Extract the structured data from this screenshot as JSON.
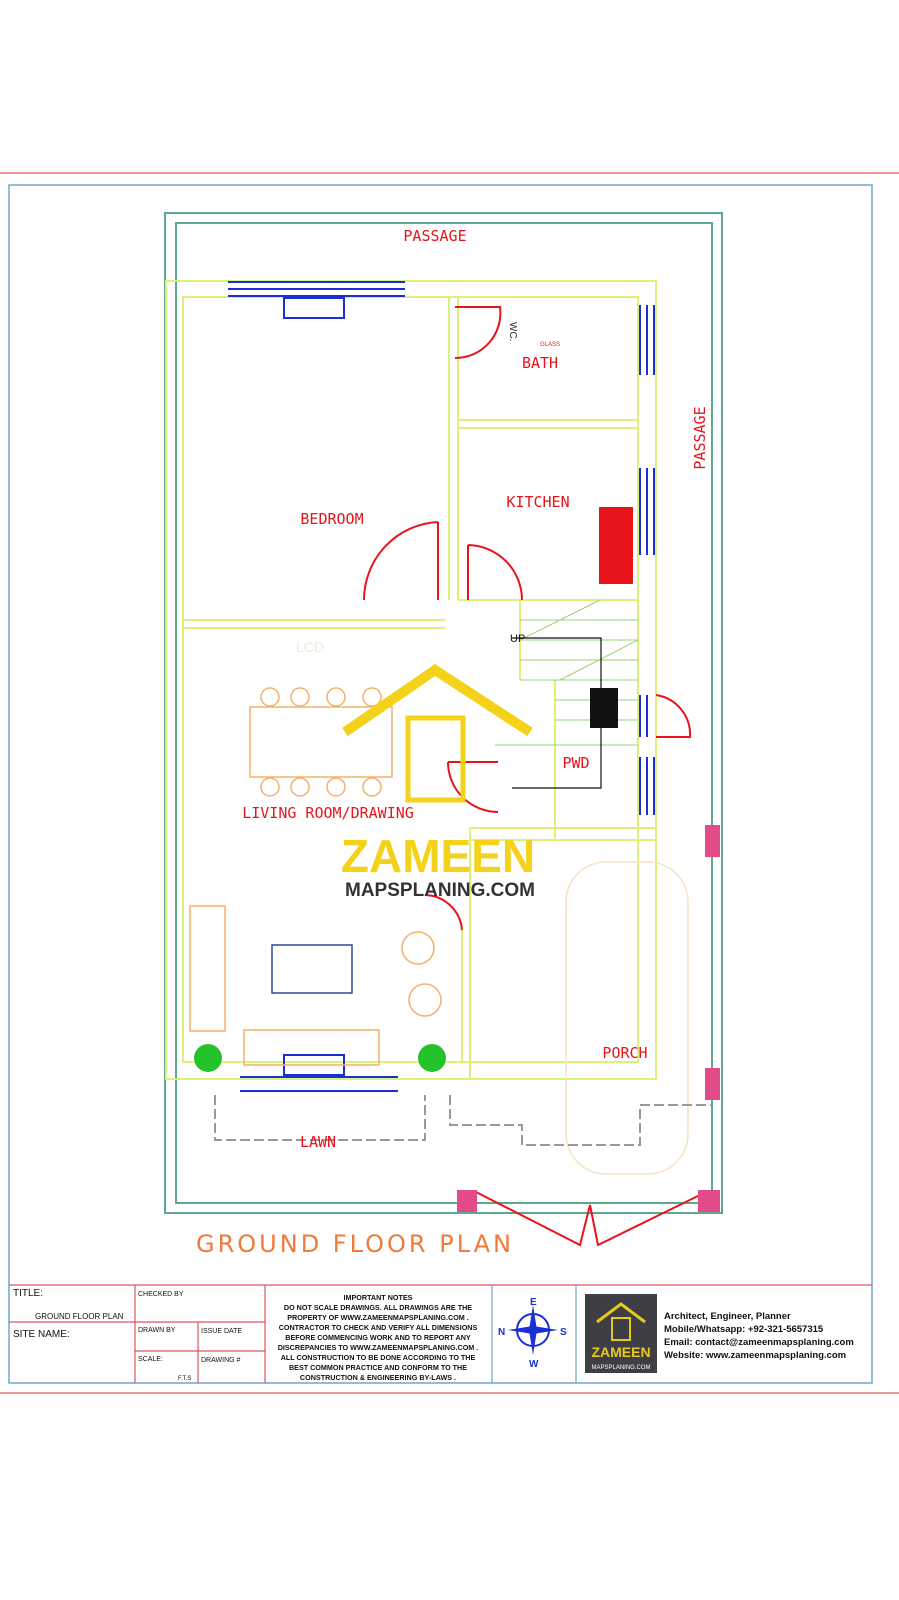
{
  "plan": {
    "rooms": {
      "passage_top": "PASSAGE",
      "passage_right": "PASSAGE",
      "bath": "BATH",
      "wc": "WC.",
      "glass": "GLASS",
      "bedroom": "BEDROOM",
      "kitchen": "KITCHEN",
      "lcd": "LCD",
      "up": "UP",
      "pwd": "PWD",
      "living": "LIVING ROOM/DRAWING",
      "porch": "PORCH",
      "lawn": "LAWN"
    },
    "drawing_title": "GROUND FLOOR PLAN",
    "watermark": {
      "brand": "ZAMEEN",
      "sub": "MAPSPLANING.COM"
    }
  },
  "title_block": {
    "title_label": "TITLE:",
    "title_value": "GROUND FLOOR PLAN",
    "site_name_label": "SITE NAME:",
    "checked_by_label": "CHECKED BY",
    "drawn_by_label": "DRAWN BY",
    "issue_date_label": "ISSUE DATE",
    "scale_label": "SCALE:",
    "scale_value": "F.T.S",
    "drawing_no_label": "DRAWING #",
    "notes": {
      "heading": "IMPORTANT NOTES",
      "lines": [
        "DO NOT SCALE DRAWINGS. ALL DRAWINGS ARE THE",
        "PROPERTY OF  WWW.ZAMEENMAPSPLANING.COM .",
        "CONTRACTOR TO CHECK AND VERIFY ALL DIMENSIONS",
        "BEFORE COMMENCING WORK AND TO REPORT ANY",
        "DISCREPANCIES TO WWW.ZAMEENMAPSPLANING.COM .",
        "ALL CONSTRUCTION TO BE DONE ACCORDING TO THE",
        "BEST COMMON PRACTICE AND CONFORM TO THE",
        "CONSTRUCTION & ENGINEERING BY-LAWS ."
      ]
    },
    "compass": {
      "n": "N",
      "e": "E",
      "s": "S",
      "w": "W"
    },
    "logo": {
      "brand": "ZAMEEN",
      "sub": "MAPSPLANING.COM"
    },
    "contact": {
      "role": "Architect, Engineer, Planner",
      "phone": "Mobile/Whatsapp: +92-321-5657315",
      "email": "Email: contact@zameenmapsplaning.com",
      "website": "Website: www.zameenmapsplaning.com"
    }
  },
  "colors": {
    "wall": "#d9f27a",
    "text": "#e8141b",
    "window": "#1a2fd6",
    "boundary": "#5fa88a",
    "frame": "#e05560",
    "watermark": "#f5d21a"
  }
}
